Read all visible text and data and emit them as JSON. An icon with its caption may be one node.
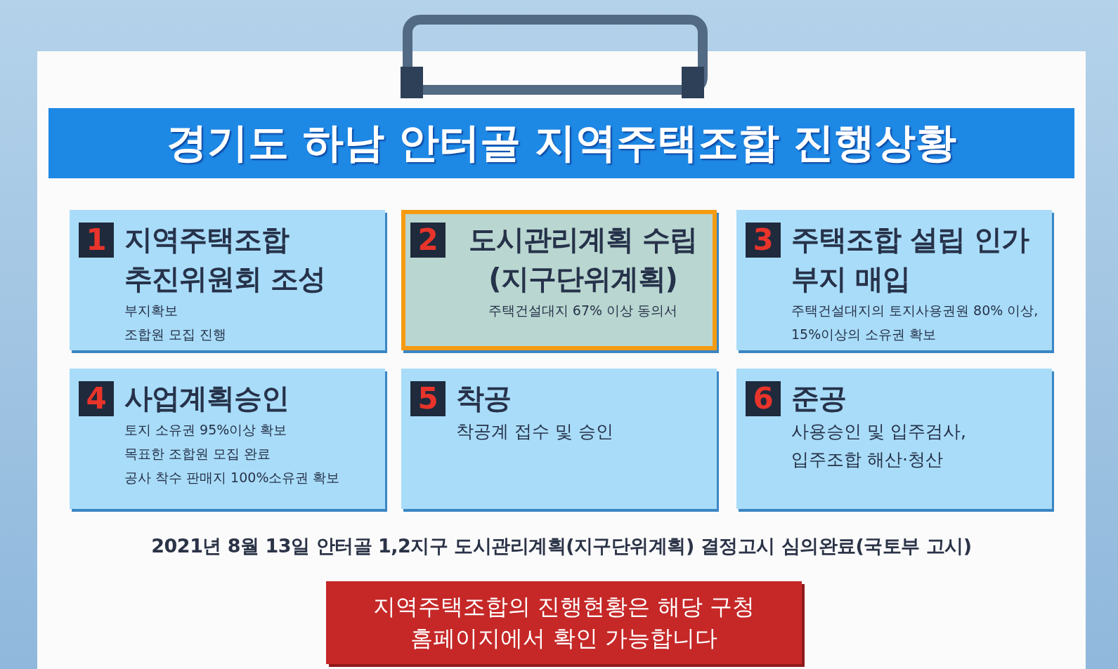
{
  "diagram": {
    "title": "경기도 하남 안터골 지역주택조합 진행상황",
    "nodes": [
      {
        "text": [
          "1",
          "지역주택조합 추진위원회 조성",
          "부지확보",
          "조합원 모집 진행"
        ]
      },
      {
        "text": [
          "2",
          "도시관리계획 수립 (지구단위계획)",
          "주택건설대지 67% 이상 동의서"
        ]
      },
      {
        "text": [
          "3",
          "주택조합 설립 인가 부지 매입",
          "주택건설대지의 토지사용권원 80% 이상, 15%이상의 소유권 확보"
        ]
      },
      {
        "text": [
          "4",
          "사업계획승인",
          "토지 소유권 95%이상 확보",
          "목표한 조합원 모집 완료",
          "공사 착수 판매지 100%소유권 확보"
        ]
      },
      {
        "text": [
          "5",
          "착공",
          "착공계 접수 및 승인"
        ]
      },
      {
        "text": [
          "6",
          "준공",
          "사용승인 및 입주검사, 입주조합 해산·청산"
        ]
      },
      {
        "text": [
          "지역주택조합의 진행현황은 해당 구청 홈페이지에서 확인 가능합니다"
        ]
      }
    ],
    "labels": [
      "2021년 8월 13일 안터골 1,2지구 도시관리계획(지구단위계획) 결정고시 심의완료(국토부 고시)"
    ]
  }
}
